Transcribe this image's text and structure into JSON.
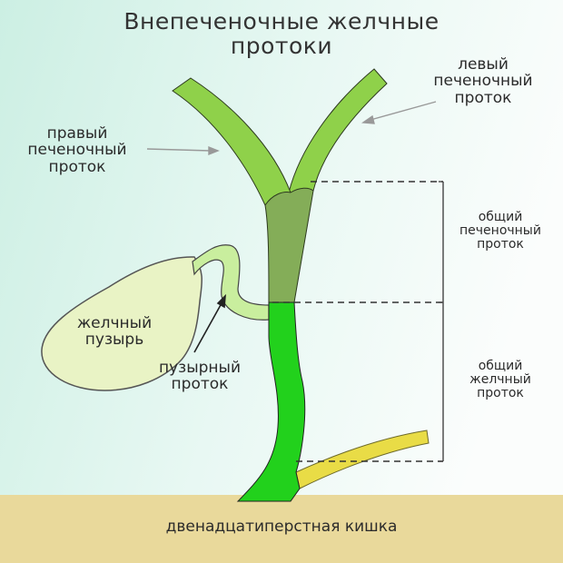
{
  "title": "Внепеченочные желчные\nпротоки",
  "labels": {
    "left_hepatic": "левый\nпеченочный\nпроток",
    "right_hepatic": "правый\nпеченочный\nпроток",
    "common_hepatic": "общий\nпеченочный\nпроток",
    "common_bile": "общий\nжелчный\nпроток",
    "gallbladder": "желчный\nпузырь",
    "cystic_duct": "пузырный\nпроток",
    "duodenum": "двенадцатиперстная кишка"
  },
  "colors": {
    "hepatic_ducts": "#8fd14a",
    "common_hepatic_duct": "#84ad58",
    "common_bile_duct": "#22d11c",
    "gallbladder": "#e9f3c5",
    "cystic_duct": "#c9ee9e",
    "pancreatic_duct": "#e9dc46",
    "duodenum": "#e9d99b"
  }
}
